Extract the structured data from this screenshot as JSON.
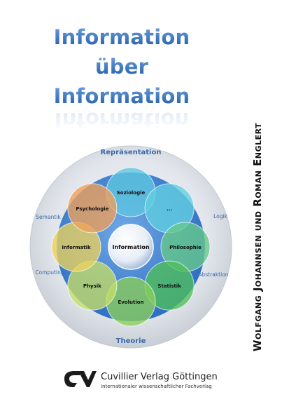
{
  "title": {
    "line1": "Information",
    "line2": "über",
    "line3": "Information"
  },
  "diagram": {
    "top_label": "Repräsentation",
    "bottom_label": "Theorie",
    "side_labels": {
      "semantik": "Semantik",
      "computing": "Computing",
      "logik": "Logik",
      "abstraktion": "Abstraktion"
    },
    "center": "Information",
    "nodes": [
      {
        "label": "Soziologie",
        "color": "#5ec7e0"
      },
      {
        "label": "...",
        "color": "#62cfe0"
      },
      {
        "label": "Philosophie",
        "color": "#66c98a"
      },
      {
        "label": "Statistik",
        "color": "#4fbf5a"
      },
      {
        "label": "Evolution",
        "color": "#8ccf5a"
      },
      {
        "label": "Physik",
        "color": "#c5de67"
      },
      {
        "label": "Informatik",
        "color": "#ecd25c"
      },
      {
        "label": "Psychologie",
        "color": "#f0a05a"
      }
    ]
  },
  "authors": "Wolfgang Johannsen und Roman Englert",
  "publisher": {
    "name": "Cuvillier Verlag Göttingen",
    "tagline": "Internationaler wissenschaftlicher Fachverlag"
  }
}
